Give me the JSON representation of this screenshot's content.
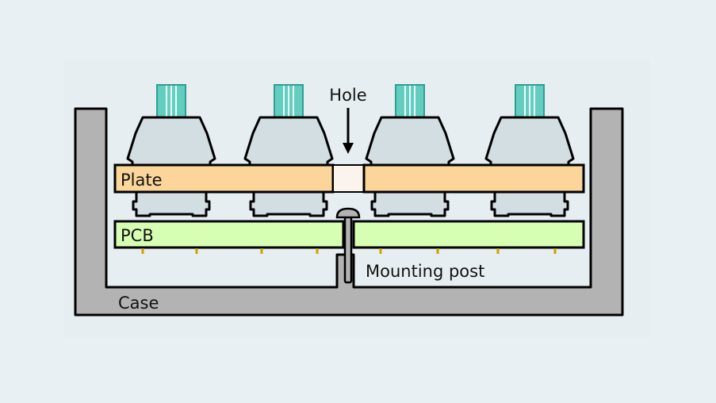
{
  "colors": {
    "background": "#e8f0f3",
    "panel": "#e6eef1",
    "case": "#b3b3b3",
    "plate": "#fbd59a",
    "hole": "#fbf4ec",
    "pcb": "#d6ffb3",
    "switch_body": "#d3dee2",
    "stem": "#63cdbf",
    "pin": "#c9a400",
    "outline": "#000000"
  },
  "labels": {
    "hole": "Hole",
    "plate": "Plate",
    "pcb": "PCB",
    "mounting_post": "Mounting post",
    "case": "Case"
  },
  "switch_count": 4
}
